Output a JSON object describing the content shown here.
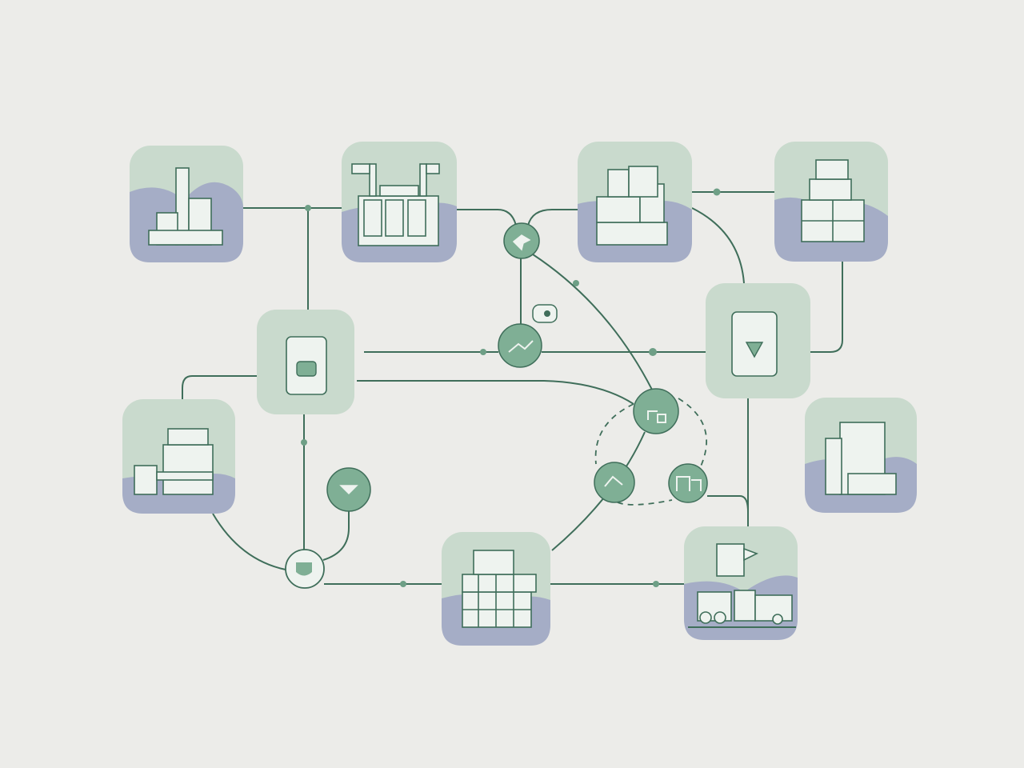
{
  "diagram": {
    "colors": {
      "background": "#ecece9",
      "tile": "#c9dacd",
      "tile_band": "#a5adc6",
      "connector": "#3f6e5a",
      "hub": "#7faf95"
    },
    "nodes": [
      {
        "id": "factory",
        "icon": "factory-icon"
      },
      {
        "id": "processing-plant",
        "icon": "plant-icon"
      },
      {
        "id": "warehouse-top",
        "icon": "warehouse-icon"
      },
      {
        "id": "stacked-boxes",
        "icon": "boxes-icon"
      },
      {
        "id": "storage-tank-left",
        "icon": "tank-icon"
      },
      {
        "id": "storage-tank-right",
        "icon": "tank-icon"
      },
      {
        "id": "distribution-center",
        "icon": "warehouse-icon"
      },
      {
        "id": "city-buildings",
        "icon": "buildings-icon"
      },
      {
        "id": "pallet-stacks",
        "icon": "pallets-icon"
      },
      {
        "id": "truck-depot",
        "icon": "truck-icon"
      }
    ],
    "hubs": [
      "route-hub",
      "transfer-hub",
      "send-hub",
      "shield-hub",
      "cycle-hub-top",
      "cycle-hub-left",
      "cycle-hub-right",
      "tag-badge"
    ]
  }
}
